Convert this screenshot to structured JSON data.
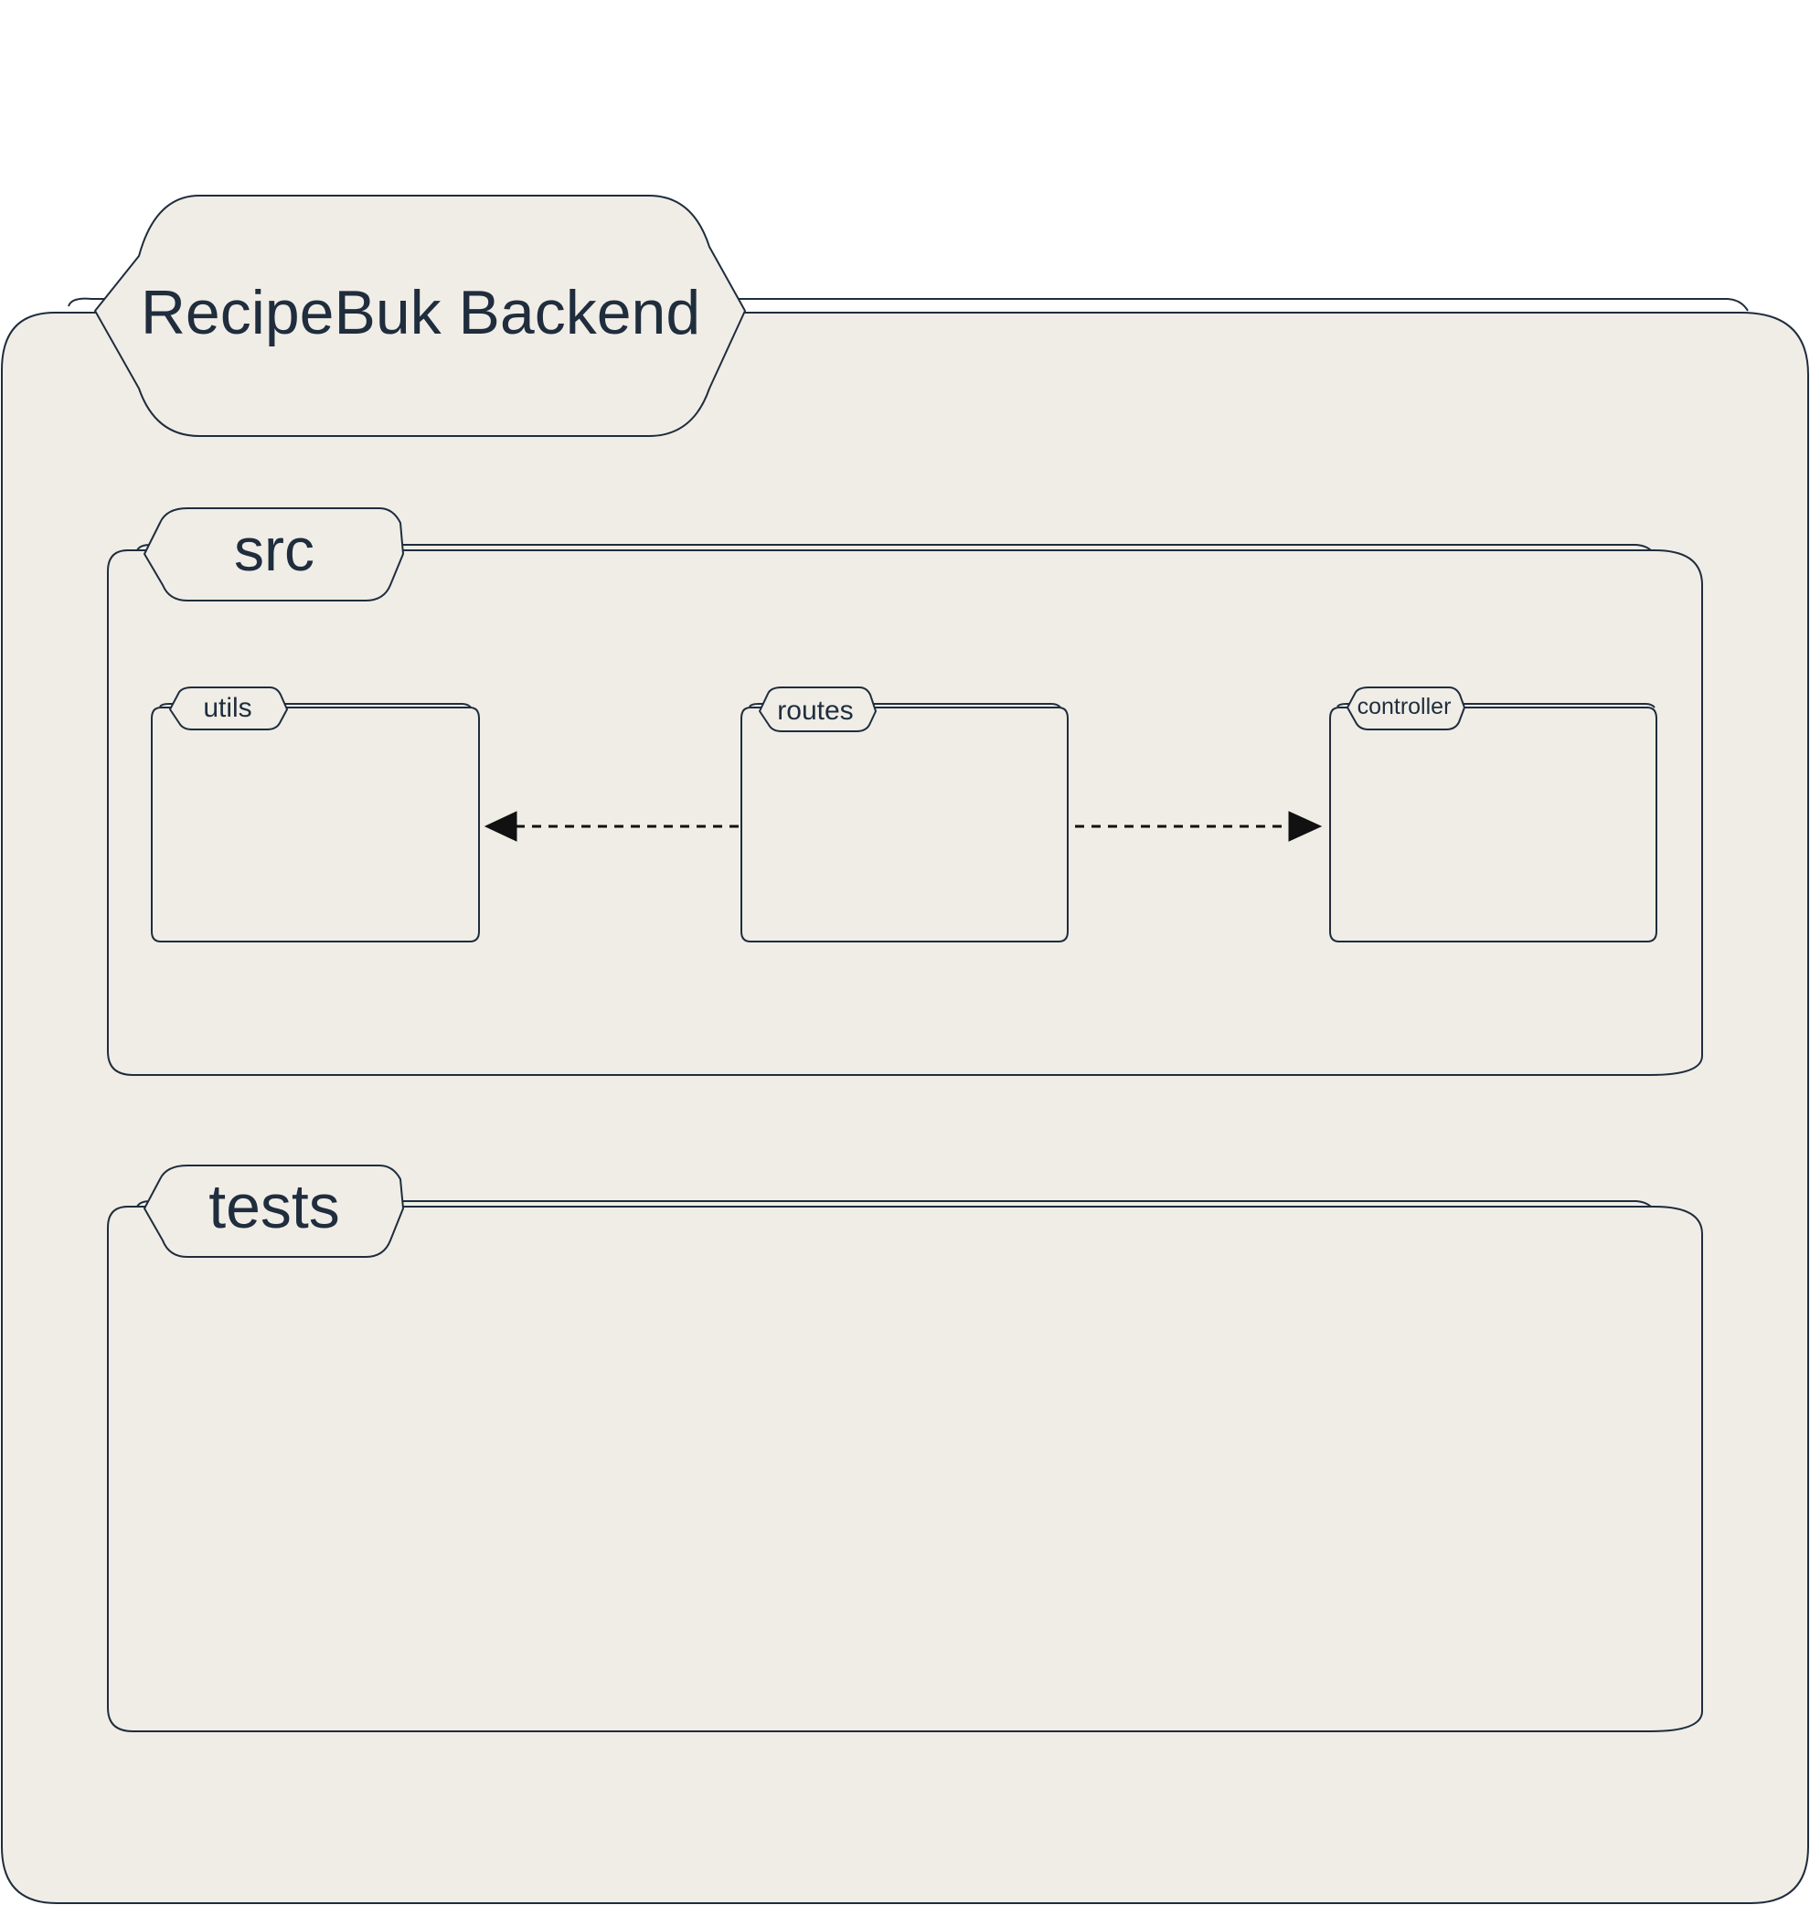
{
  "diagram": {
    "packages": {
      "root": {
        "label": "RecipeBuk Backend"
      },
      "src": {
        "label": "src"
      },
      "tests": {
        "label": "tests"
      },
      "utils": {
        "label": "utils"
      },
      "routes": {
        "label": "routes"
      },
      "controller": {
        "label": "controller"
      }
    },
    "dependencies": [
      {
        "from": "routes",
        "to": "utils",
        "style": "dashed"
      },
      {
        "from": "routes",
        "to": "controller",
        "style": "dashed"
      }
    ],
    "colors": {
      "fill": "#f0ede7",
      "stroke": "#1f2d3d",
      "text": "#1f2d3d",
      "arrow": "#111111"
    }
  }
}
